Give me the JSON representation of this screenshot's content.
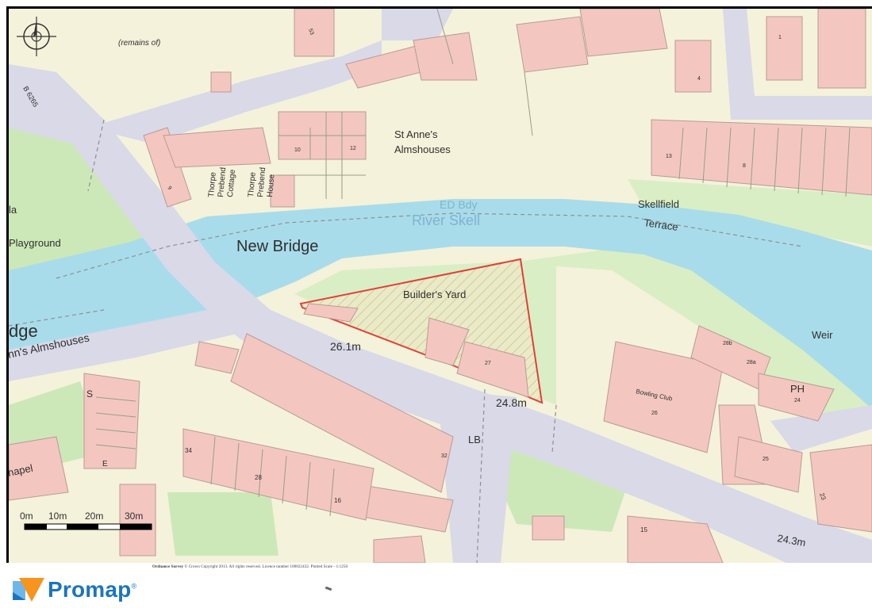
{
  "map": {
    "labels": {
      "remains": "(remains of)",
      "road": "B 6265",
      "almshouses_1": "St Anne's",
      "almshouses_2": "Almshouses",
      "cottage_1": "Thorpe",
      "cottage_2": "Prebend",
      "cottage_3": "Cottage",
      "house_1": "Thorpe",
      "house_2": "Prebend",
      "house_3": "House",
      "ed_bdy": "ED Bdy",
      "river": "River Skell",
      "skellfield_1": "Skellfield",
      "skellfield_2": "Terrace",
      "new_bridge": "New Bridge",
      "playground": "Playground",
      "edge_la": "la",
      "builders_yard": "Builder's Yard",
      "edge_dge": "dge",
      "almshouses_left": "nn's Almshouses",
      "weir": "Weir",
      "height_1": "26.1m",
      "height_2": "24.8m",
      "height_3": "24.3m",
      "lb": "LB",
      "bowling_club": "Bowling Club",
      "ph": "PH",
      "chapel": "hapel",
      "num_27": "27",
      "num_26": "26",
      "num_25": "25",
      "num_24": "24",
      "num_28b": "28b",
      "num_28a": "28a",
      "num_34": "34",
      "num_28": "28",
      "num_16": "16",
      "num_15": "15",
      "num_23": "23",
      "num_53": "53",
      "num_32": "32",
      "num_10": "10",
      "num_12": "12",
      "num_13": "13",
      "num_8": "8",
      "num_9": "9",
      "num_4": "4",
      "num_1": "1",
      "letter_s": "S",
      "letter_e": "E"
    },
    "scale_bar": {
      "ticks": [
        "0m",
        "10m",
        "20m",
        "30m"
      ]
    },
    "colors": {
      "background": "#f4f2da",
      "road": "#d9d9e8",
      "water": "#a9dcea",
      "green": "#cde8b8",
      "building": "#f3c7c0",
      "site_outline": "#e0403a"
    }
  },
  "footer": {
    "logo_text": "Promap",
    "logo_reg": "®",
    "copyright_bold": "Ordnance Survey",
    "copyright_text": "© Crown Copyright 2013. All rights reserved. Licence number 100022432. Plotted Scale - 1:1250"
  }
}
